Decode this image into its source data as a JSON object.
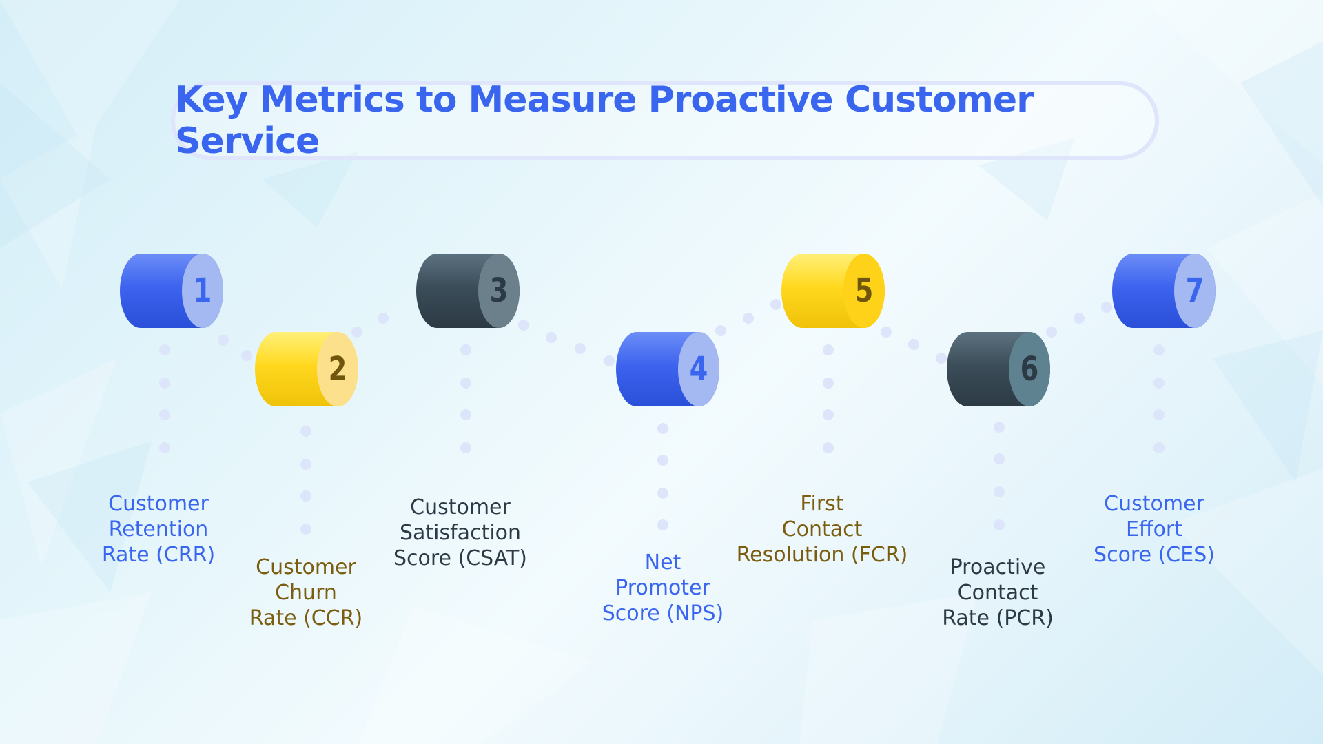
{
  "title": "Key Metrics to Measure Proactive Customer Service",
  "colors": {
    "blue": "#3a66ef",
    "yellow": "#ffd21a",
    "dark": "#3e5260",
    "gold_text": "#7a5d0e",
    "dark_text": "#2b3a44"
  },
  "steps": [
    {
      "number": "1",
      "label_lines": [
        "Customer",
        "Retention",
        "Rate (CRR)"
      ],
      "color": "blue"
    },
    {
      "number": "2",
      "label_lines": [
        "Customer",
        "Churn",
        "Rate (CCR)"
      ],
      "color": "yellow"
    },
    {
      "number": "3",
      "label_lines": [
        "Customer",
        "Satisfaction",
        "Score (CSAT)"
      ],
      "color": "dark"
    },
    {
      "number": "4",
      "label_lines": [
        "Net",
        "Promoter",
        "Score (NPS)"
      ],
      "color": "blue"
    },
    {
      "number": "5",
      "label_lines": [
        "First",
        "Contact",
        "Resolution (FCR)"
      ],
      "color": "yellow"
    },
    {
      "number": "6",
      "label_lines": [
        "Proactive",
        "Contact",
        "Rate (PCR)"
      ],
      "color": "dark"
    },
    {
      "number": "7",
      "label_lines": [
        "Customer",
        "Effort",
        "Score (CES)"
      ],
      "color": "blue"
    }
  ]
}
